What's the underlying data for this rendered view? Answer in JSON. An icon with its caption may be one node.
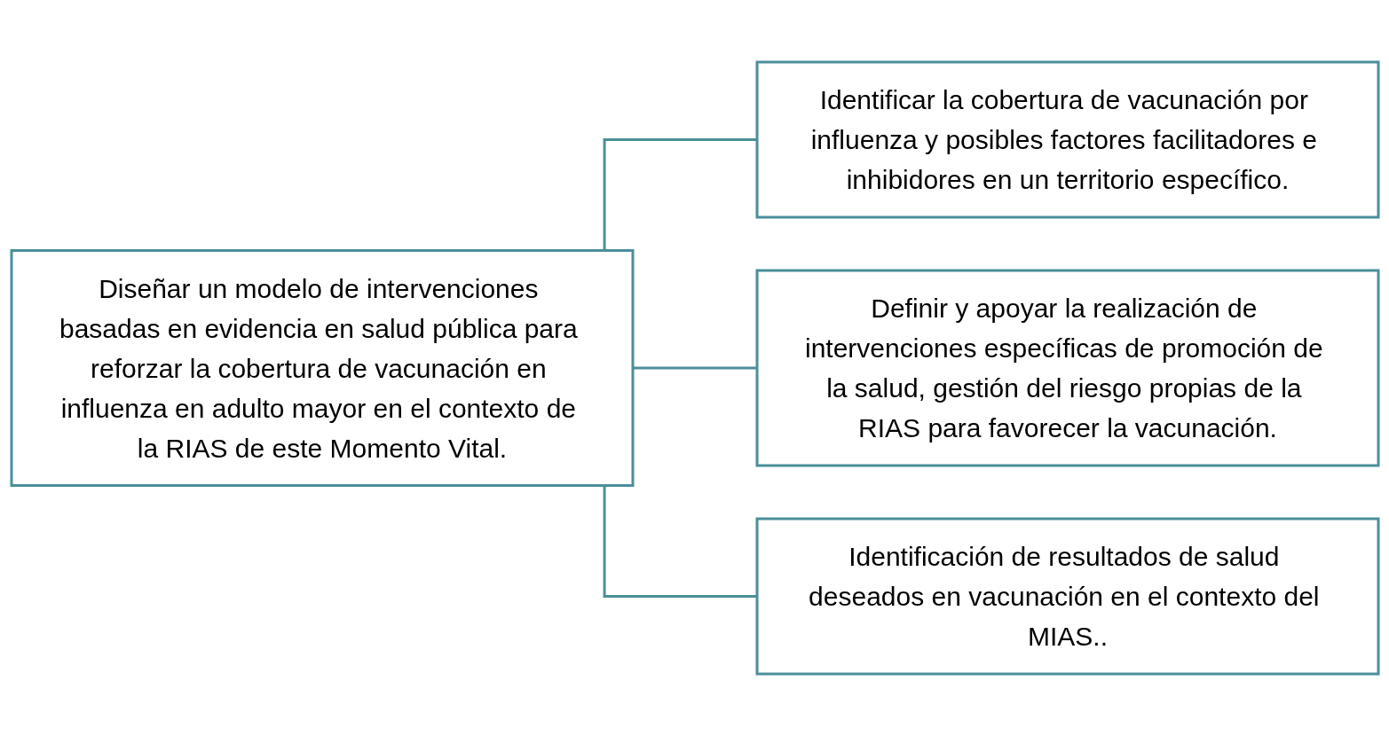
{
  "diagram": {
    "nodes": [
      {
        "text": [
          "Diseñar un modelo de intervenciones basadas en evidencia en salud pública para reforzar la cobertura de vacunación en influenza en adulto mayor en el contexto de la RIAS de este Momento Vital."
        ]
      },
      {
        "text": [
          "Identificar la cobertura de vacunación por influenza y posibles factores facilitadores e inhibidores en un territorio específico."
        ]
      },
      {
        "text": [
          "Definir y apoyar la realización de intervenciones específicas de promoción de la salud, gestión del riesgo propias de la RIAS para favorecer la vacunación."
        ]
      },
      {
        "text": [
          "Identificación de resultados de salud deseados en vacunación en el contexto del MIAS.."
        ]
      }
    ],
    "edges": [
      {
        "from": 0,
        "to": 1,
        "arrow": "none"
      },
      {
        "from": 0,
        "to": 2,
        "arrow": "none"
      },
      {
        "from": 0,
        "to": 3,
        "arrow": "none"
      }
    ]
  }
}
